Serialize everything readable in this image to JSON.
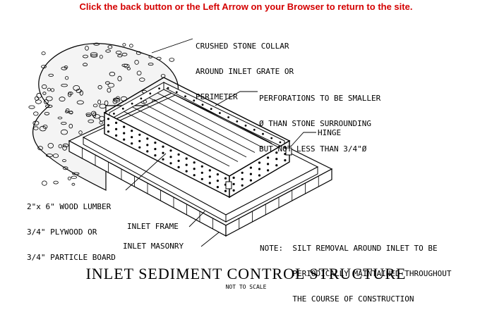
{
  "banner": {
    "text": "Click the back button or the Left Arrow  on your Browser to return to the site."
  },
  "labels": {
    "crushed_stone": [
      "CRUSHED STONE COLLAR",
      "AROUND INLET GRATE OR",
      "PERIMETER"
    ],
    "perforations": [
      "PERFORATIONS TO BE SMALLER",
      "Ø THAN STONE SURROUNDING",
      "BUT NOT LESS THAN 3/4\"Ø"
    ],
    "hinge": "HINGE",
    "lumber": [
      "2\"x 6\" WOOD LUMBER",
      "3/4\" PLYWOOD OR",
      "3/4\" PARTICLE BOARD"
    ],
    "inlet_frame": "INLET FRAME",
    "inlet_masonry": "INLET MASONRY",
    "note": [
      "NOTE:  SILT REMOVAL AROUND INLET TO BE",
      "       PERIODICALLY MAINTAINED THROUGHOUT",
      "       THE COURSE OF CONSTRUCTION"
    ]
  },
  "title": "INLET SEDIMENT CONTROL STRUCTURE",
  "subtitle": "NOT TO SCALE",
  "colors": {
    "banner": "#d40000",
    "ink": "#000000"
  }
}
